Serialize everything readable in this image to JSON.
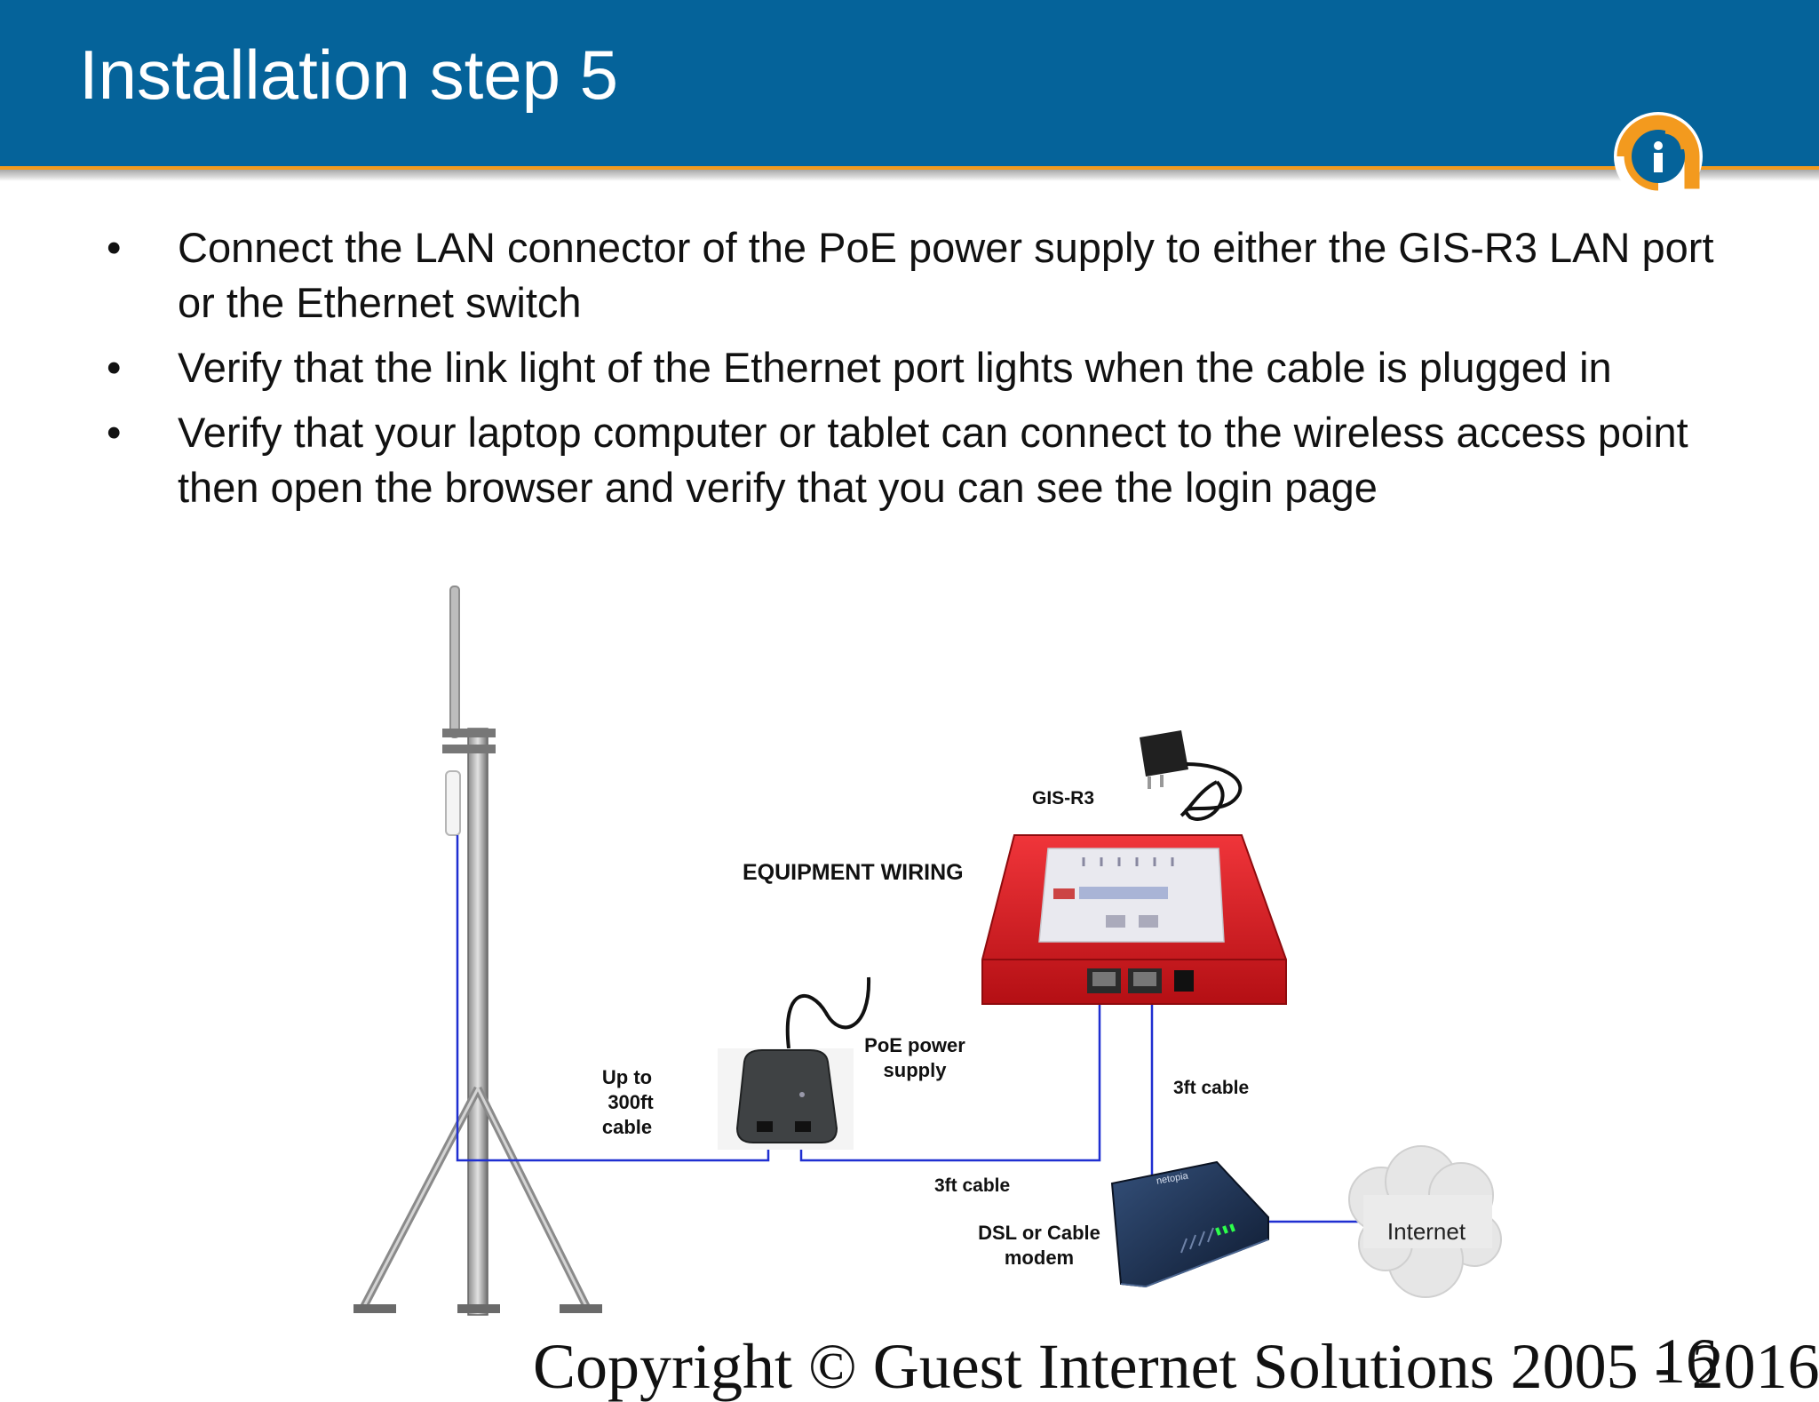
{
  "slide": {
    "title": "Installation step 5",
    "bullets": [
      "Connect the LAN connector of the PoE power supply to either the GIS-R3 LAN port or the Ethernet switch",
      "Verify that the link light of the Ethernet port lights when the cable is plugged in",
      "Verify that your laptop computer or tablet can connect to the wireless access point then open the browser and verify that you can see the login page"
    ],
    "bullet_symbol": "•",
    "logo_icon": "guest-internet-logo-icon",
    "colors": {
      "header": "#05639a",
      "accent": "#f39a1e",
      "cable": "#1f2fd1",
      "router": "#d7171c"
    }
  },
  "diagram": {
    "heading": "EQUIPMENT WIRING",
    "router_label": "GIS-R3",
    "poe_label_1": "PoE power",
    "poe_label_2": "supply",
    "mast_cable_1": "Up to",
    "mast_cable_2": "300ft",
    "mast_cable_3": "cable",
    "cable_bottom": "3ft cable",
    "cable_right": "3ft cable",
    "modem_label_1": "DSL or Cable",
    "modem_label_2": "modem",
    "modem_brand": "netopia",
    "internet_label": "Internet"
  },
  "footer": {
    "copyright": "Copyright © Guest Internet Solutions 2005 - 2016",
    "page_number": "16"
  }
}
